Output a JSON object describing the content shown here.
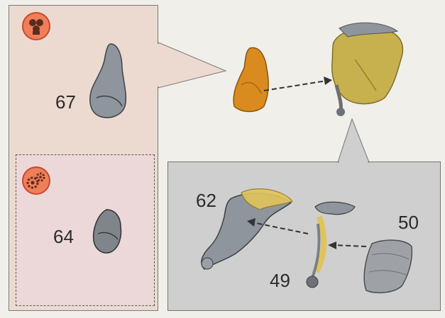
{
  "steps": {
    "part_67": "67",
    "part_64": "64",
    "part_62": "62",
    "part_50": "50",
    "part_49": "49"
  },
  "icons": {
    "team_badge": "multi-minifig-icon",
    "gear_badge": "gears-icon"
  },
  "colors": {
    "left_panel": "#ecdad0",
    "sub_panel": "#edd8d9",
    "right_panel": "#cfcfcf",
    "badge": "#ef7f58",
    "gold_part": "#c7a34a",
    "orange_part": "#d98b1f",
    "silver_part": "#8f959c"
  }
}
